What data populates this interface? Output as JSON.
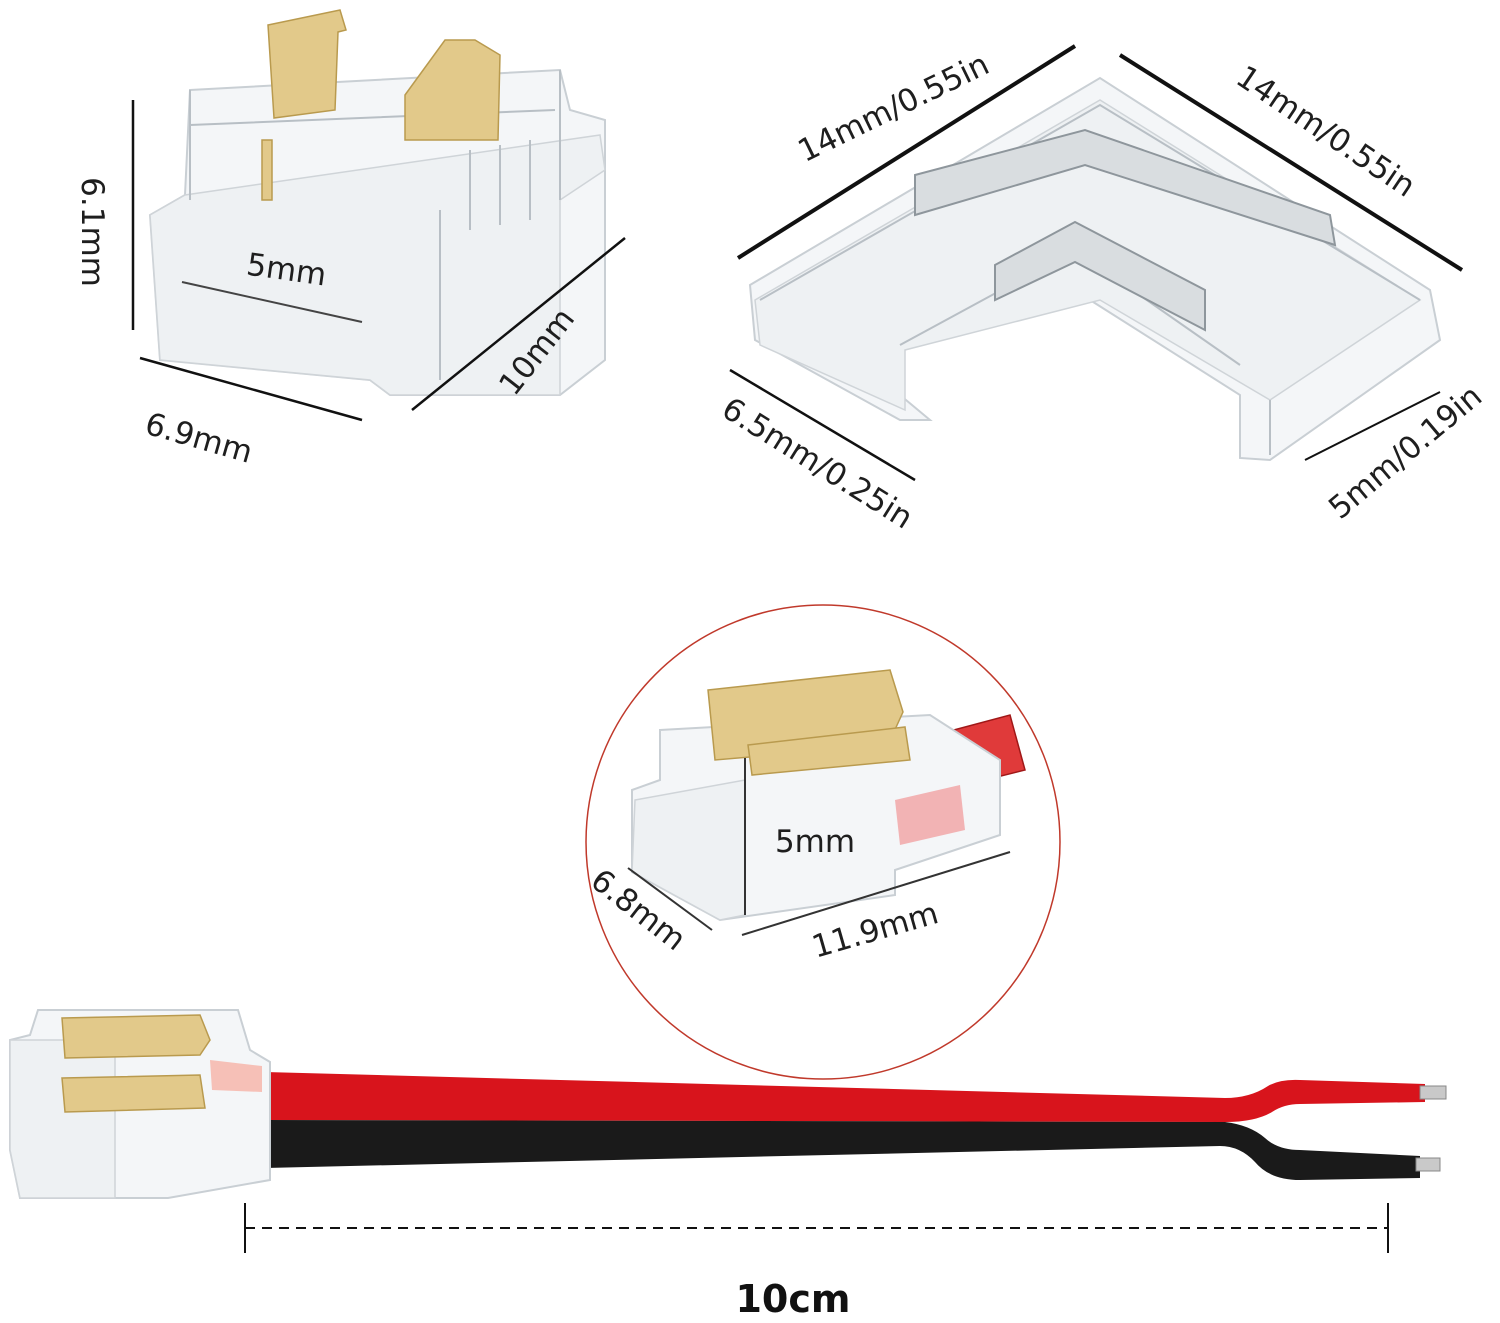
{
  "straight_connector": {
    "height_label": "6.1mm",
    "width_label": "6.9mm",
    "length_label": "10mm",
    "pin_gap_label": "5mm"
  },
  "l_connector": {
    "arm_left_label": "14mm/0.55in",
    "arm_right_label": "14mm/0.55in",
    "width_label": "6.5mm/0.25in",
    "pin_gap_label": "5mm/0.19in"
  },
  "detail_connector": {
    "pin_gap_label": "5mm",
    "width_label": "6.8mm",
    "length_label": "11.9mm"
  },
  "cable": {
    "length_label": "10cm"
  },
  "colors": {
    "wire_red": "#d8141c",
    "wire_black": "#1a1a1a",
    "gold_contact": "#e2c98a",
    "circle": "#c0392b"
  }
}
